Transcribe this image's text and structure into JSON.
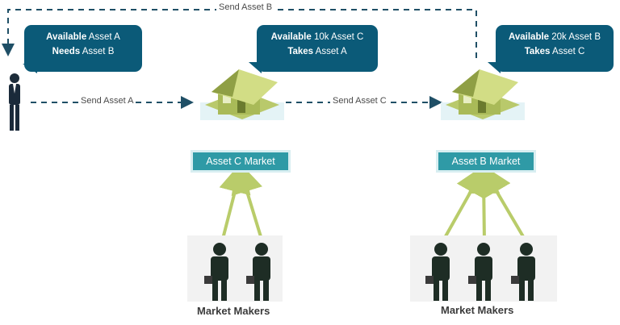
{
  "labels": {
    "send_asset_b": "Send Asset B",
    "send_asset_a": "Send Asset A",
    "send_asset_c": "Send Asset C"
  },
  "bubbles": [
    {
      "line1_bold": "Available",
      "line1_rest": " Asset A",
      "line2_bold": "Needs",
      "line2_rest": " Asset B"
    },
    {
      "line1_bold": "Available",
      "line1_rest": " 10k Asset C",
      "line2_bold": "Takes",
      "line2_rest": " Asset A"
    },
    {
      "line1_bold": "Available",
      "line1_rest": " 20k Asset B",
      "line2_bold": "Takes",
      "line2_rest": " Asset C"
    }
  ],
  "markets": {
    "asset_c": "Asset C Market",
    "asset_b": "Asset B Market"
  },
  "market_makers": {
    "left": "Market Makers",
    "right": "Market Makers"
  },
  "colors": {
    "bubble": "#0b5a78",
    "market_box": "#2f9aa6",
    "arrow_line": "#1f4f66",
    "maker_arrow": "#b9cc6a",
    "house": "#c9d77a"
  }
}
